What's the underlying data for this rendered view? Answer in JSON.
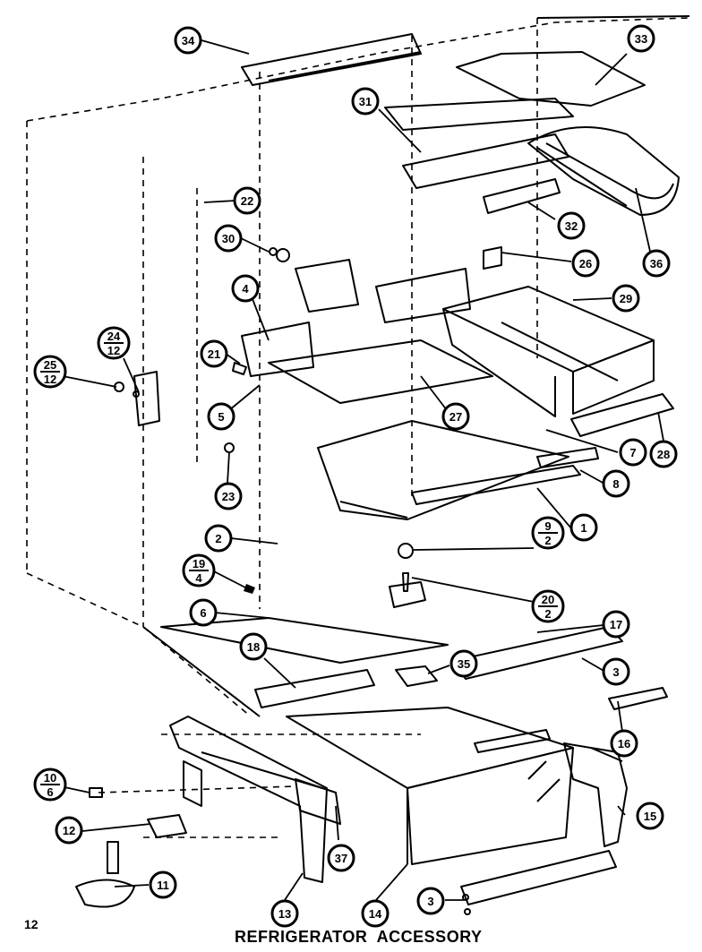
{
  "diagram": {
    "title": "REFRIGERATOR  ACCESSORY",
    "page_number": "12",
    "callouts": [
      {
        "id": "c34",
        "label": "34"
      },
      {
        "id": "c33",
        "label": "33"
      },
      {
        "id": "c31",
        "label": "31"
      },
      {
        "id": "c22",
        "label": "22"
      },
      {
        "id": "c32",
        "label": "32"
      },
      {
        "id": "c30",
        "label": "30"
      },
      {
        "id": "c26",
        "label": "26"
      },
      {
        "id": "c36",
        "label": "36"
      },
      {
        "id": "c4",
        "label": "4"
      },
      {
        "id": "c29",
        "label": "29"
      },
      {
        "id": "c24",
        "label": "24",
        "sub": "12"
      },
      {
        "id": "c21",
        "label": "21"
      },
      {
        "id": "c25",
        "label": "25",
        "sub": "12"
      },
      {
        "id": "c5",
        "label": "5"
      },
      {
        "id": "c27",
        "label": "27"
      },
      {
        "id": "c7",
        "label": "7"
      },
      {
        "id": "c28",
        "label": "28"
      },
      {
        "id": "c23",
        "label": "23"
      },
      {
        "id": "c8",
        "label": "8"
      },
      {
        "id": "c1",
        "label": "1"
      },
      {
        "id": "c9",
        "label": "9",
        "sub": "2"
      },
      {
        "id": "c2",
        "label": "2"
      },
      {
        "id": "c19",
        "label": "19",
        "sub": "4"
      },
      {
        "id": "c20",
        "label": "20",
        "sub": "2"
      },
      {
        "id": "c6",
        "label": "6"
      },
      {
        "id": "c17",
        "label": "17"
      },
      {
        "id": "c18",
        "label": "18"
      },
      {
        "id": "c35",
        "label": "35"
      },
      {
        "id": "c3a",
        "label": "3"
      },
      {
        "id": "c16",
        "label": "16"
      },
      {
        "id": "c10",
        "label": "10",
        "sub": "6"
      },
      {
        "id": "c15",
        "label": "15"
      },
      {
        "id": "c12",
        "label": "12"
      },
      {
        "id": "c37",
        "label": "37"
      },
      {
        "id": "c11",
        "label": "11"
      },
      {
        "id": "c13",
        "label": "13"
      },
      {
        "id": "c14",
        "label": "14"
      },
      {
        "id": "c3b",
        "label": "3"
      }
    ]
  }
}
